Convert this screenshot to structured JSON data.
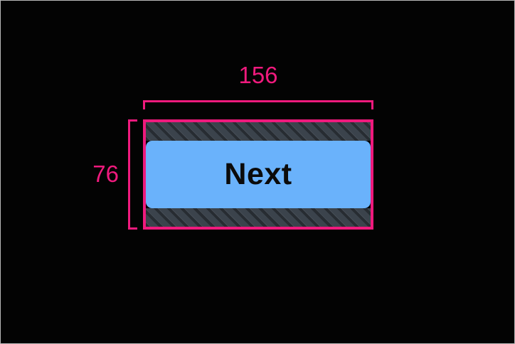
{
  "canvas": {
    "background_color": "#030303",
    "border_color": "#b8b8b8"
  },
  "overlay": {
    "accent_color": "#ef1a7d",
    "measurements": {
      "width": {
        "label": "156",
        "bracket_name": "width-bracket"
      },
      "height": {
        "label": "76",
        "bracket_name": "height-bracket"
      }
    }
  },
  "element": {
    "type": "button",
    "label": "Next",
    "surface_color": "#6ab2fb",
    "label_color": "#0b0b0b",
    "padding_color": "#3b434c",
    "outline_color": "#ef1a7d"
  }
}
